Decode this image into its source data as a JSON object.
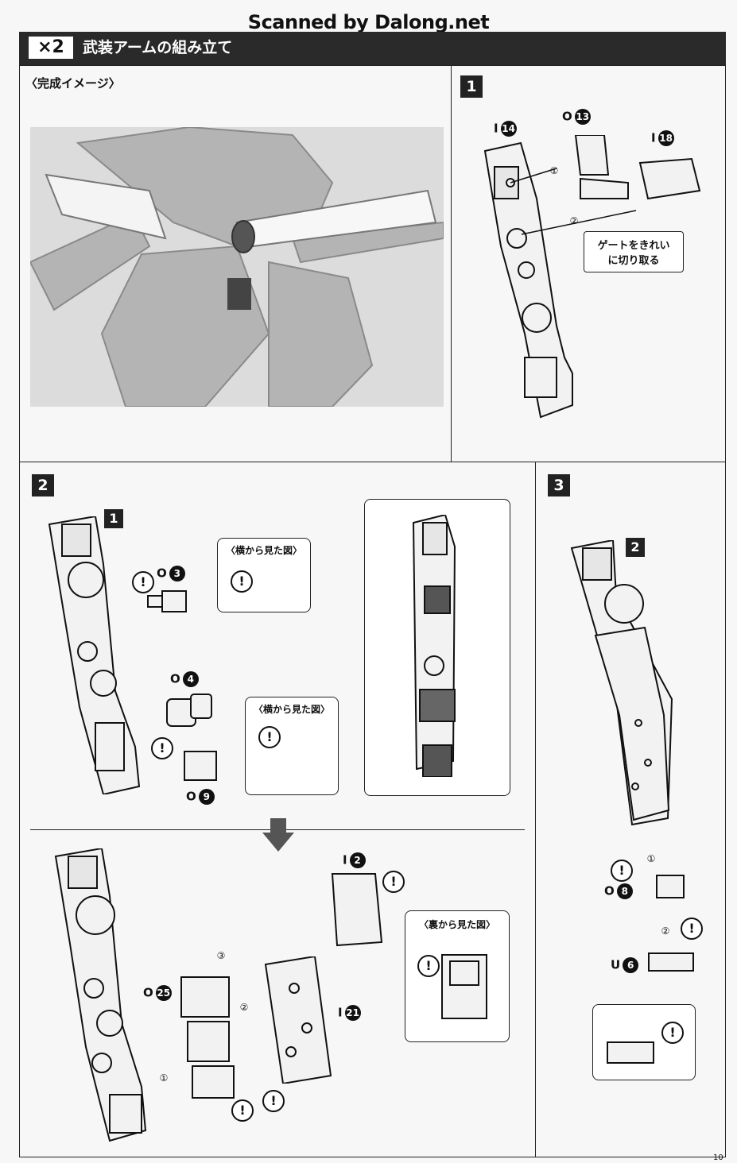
{
  "watermark": "Scanned by Dalong.net",
  "header": {
    "multiplier": "×2",
    "title": "武装アームの組み立て"
  },
  "sections": {
    "complete_image": {
      "label": "〈完成イメージ〉"
    },
    "step1": {
      "number": "1",
      "parts": [
        {
          "letter": "I",
          "num": "14"
        },
        {
          "letter": "O",
          "num": "13"
        },
        {
          "letter": "I",
          "num": "18"
        }
      ],
      "steps": [
        "①",
        "②"
      ],
      "note_line1": "ゲートをきれい",
      "note_line2": "に切り取る"
    },
    "step2": {
      "number": "2",
      "sub": "1",
      "side_view_label": "〈横から見た図〉",
      "side_view_label2": "〈横から見た図〉",
      "back_view_label": "〈裏から見た図〉",
      "parts_top": [
        {
          "letter": "O",
          "num": "3"
        },
        {
          "letter": "O",
          "num": "4"
        },
        {
          "letter": "O",
          "num": "9"
        }
      ],
      "parts_bottom": [
        {
          "letter": "I",
          "num": "2"
        },
        {
          "letter": "O",
          "num": "25"
        },
        {
          "letter": "I",
          "num": "21"
        }
      ],
      "steps": [
        "③",
        "②",
        "①"
      ]
    },
    "step3": {
      "number": "3",
      "sub": "2",
      "parts": [
        {
          "letter": "O",
          "num": "8"
        },
        {
          "letter": "U",
          "num": "6"
        }
      ],
      "steps": [
        "①",
        "②"
      ]
    }
  },
  "page_number": "10"
}
